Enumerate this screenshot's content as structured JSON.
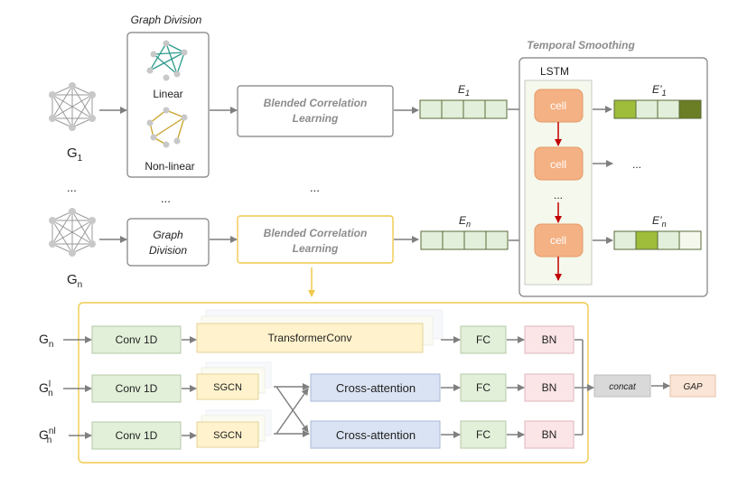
{
  "top": {
    "graph_division_title": "Graph Division",
    "linear_label": "Linear",
    "nonlinear_label": "Non-linear",
    "g1_base": "G",
    "g1_sub": "1",
    "gn_base": "G",
    "gn_sub": "n",
    "ellipsis_graph": "...",
    "ellipsis_division": "...",
    "ellipsis_bcl": "...",
    "bcl_line1": "Blended Correlation",
    "bcl_line2": "Learning",
    "gd2_line1": "Graph",
    "gd2_line2": "Division",
    "bcl2_line1": "Blended Correlation",
    "bcl2_line2": "Learning",
    "e1_base": "E",
    "e1_sub": "1",
    "en_base": "E",
    "en_sub": "n",
    "temporal_title": "Temporal Smoothing",
    "lstm_label": "LSTM",
    "cell_label": "cell",
    "cell_ellipsis": "...",
    "out_ellipsis": "...",
    "e1p_base": "E’",
    "e1p_sub": "1",
    "enp_base": "E’",
    "enp_sub": "n"
  },
  "bottom": {
    "row1_input_base": "G",
    "row1_input_sub": "n",
    "row2_input_base": "G",
    "row2_input_sup": "l",
    "row2_input_sub": "n",
    "row3_input_base": "G",
    "row3_input_sup": "nl",
    "row3_input_sub": "n",
    "conv_label": "Conv 1D",
    "transformer_label": "TransformerConv",
    "sgcn_label": "SGCN",
    "cross_attention_label": "Cross-attention",
    "fc_label": "FC",
    "bn_label": "BN",
    "concat_label": "concat",
    "gap_label": "GAP"
  },
  "colors": {
    "arrow": "#7f7f7f",
    "box_border": "#7f7f7f",
    "highlight_border": "#f2c94c",
    "embedding_fill": "#e2efda",
    "embedding_border": "#5a6b3a",
    "cell_fill": "#f4b183",
    "lstm_fill": "#f5f8ec",
    "red_arrow": "#c00000",
    "conv_fill": "#e2f0d9",
    "transformer_fill": "#fff2cc",
    "cross_fill": "#dae3f3",
    "fc_fill": "#e2f0d9",
    "bn_fill": "#fbe5e7",
    "concat_fill": "#d9d9d9",
    "gap_fill": "#fbe5d6",
    "linear_graph": "#2e9b8c",
    "nonlinear_graph": "#c9a227",
    "out_dark": "#6b7d25",
    "out_mid": "#9fbc3a"
  }
}
